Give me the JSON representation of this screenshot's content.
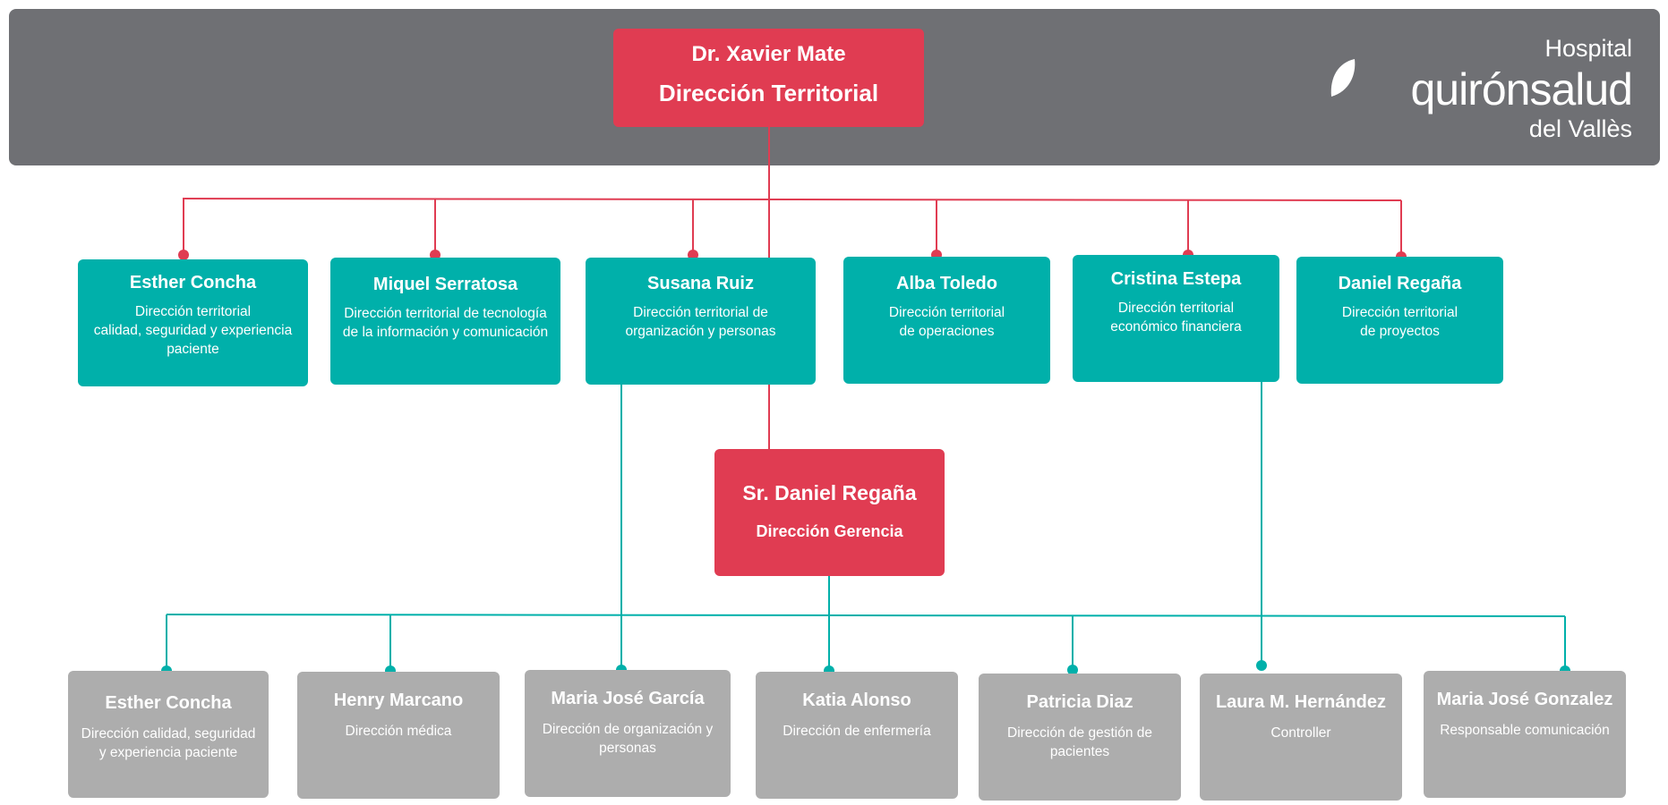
{
  "logo": {
    "line1": "Hospital",
    "brand": "quirónsalud",
    "line3": "del Vallès"
  },
  "top": {
    "name": "Dr. Xavier Mate",
    "role": "Dirección Territorial"
  },
  "ceo": {
    "name": "Sr. Daniel Regaña",
    "role": "Dirección Gerencia"
  },
  "territorial": [
    {
      "name": "Esther Concha",
      "role": "Dirección territorial\ncalidad, seguridad y experiencia\npaciente"
    },
    {
      "name": "Miquel Serratosa",
      "role": "Dirección territorial de tecnología\nde la información y comunicación"
    },
    {
      "name": "Susana Ruiz",
      "role": "Dirección territorial de\norganización y personas"
    },
    {
      "name": "Alba Toledo",
      "role": "Dirección territorial\nde operaciones"
    },
    {
      "name": "Cristina Estepa",
      "role": "Dirección territorial\neconómico financiera"
    },
    {
      "name": "Daniel Regaña",
      "role": "Dirección territorial\nde proyectos"
    }
  ],
  "local": [
    {
      "name": "Esther Concha",
      "role": "Dirección calidad, seguridad\ny experiencia paciente"
    },
    {
      "name": "Henry Marcano",
      "role": "Dirección médica"
    },
    {
      "name": "Maria José García",
      "role": "Dirección de organización y\npersonas"
    },
    {
      "name": "Katia Alonso",
      "role": "Dirección de enfermería"
    },
    {
      "name": "Patricia Diaz",
      "role": "Dirección de gestión de\npacientes"
    },
    {
      "name": "Laura M. Hernández",
      "role": "Controller"
    },
    {
      "name": "Maria José Gonzalez",
      "role": "Responsable comunicación"
    }
  ],
  "colors": {
    "header": "#6f7074",
    "red": "#e03c52",
    "teal": "#00b0aa",
    "gray": "#adadad"
  }
}
